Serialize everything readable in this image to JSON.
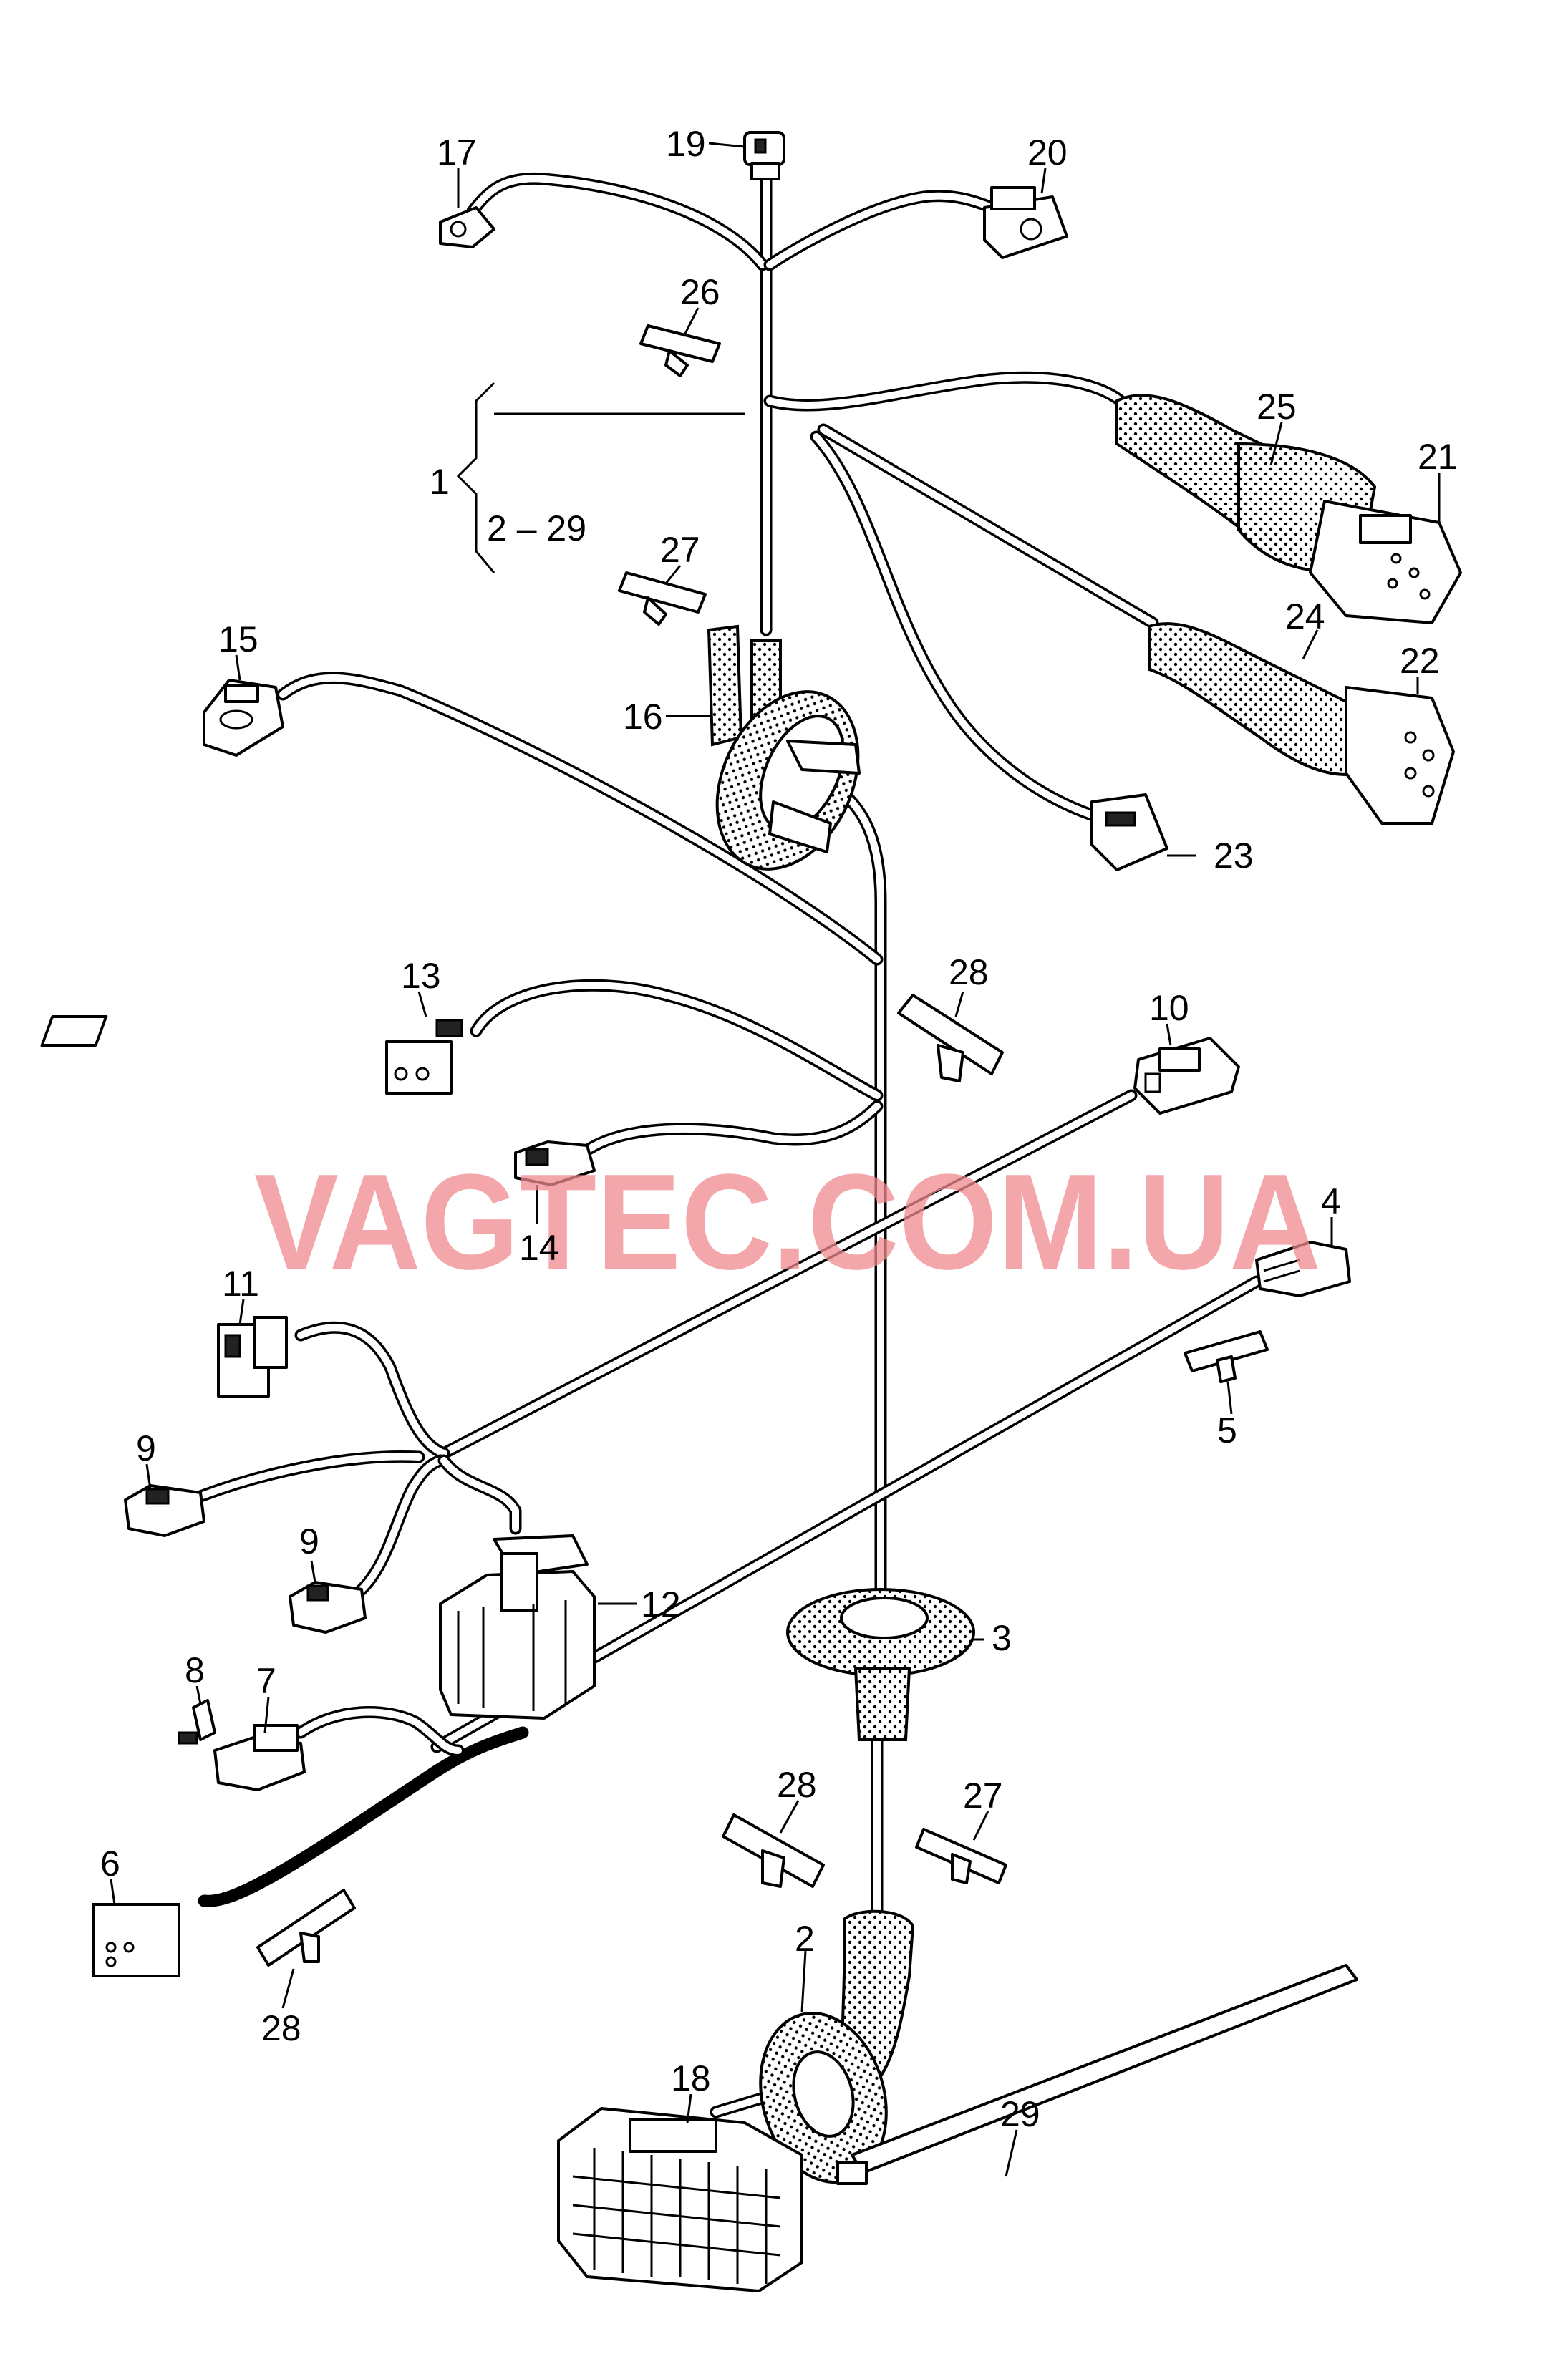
{
  "watermark": "VAGTEC.COM.UA",
  "group_labels": {
    "main": "1",
    "range": "2 – 29"
  },
  "callouts": [
    {
      "id": "c2",
      "text": "2"
    },
    {
      "id": "c3",
      "text": "3"
    },
    {
      "id": "c4",
      "text": "4"
    },
    {
      "id": "c5",
      "text": "5"
    },
    {
      "id": "c6",
      "text": "6"
    },
    {
      "id": "c7",
      "text": "7"
    },
    {
      "id": "c8",
      "text": "8"
    },
    {
      "id": "c9a",
      "text": "9"
    },
    {
      "id": "c9b",
      "text": "9"
    },
    {
      "id": "c10",
      "text": "10"
    },
    {
      "id": "c11",
      "text": "11"
    },
    {
      "id": "c12",
      "text": "12"
    },
    {
      "id": "c13",
      "text": "13"
    },
    {
      "id": "c14",
      "text": "14"
    },
    {
      "id": "c15",
      "text": "15"
    },
    {
      "id": "c16",
      "text": "16"
    },
    {
      "id": "c17",
      "text": "17"
    },
    {
      "id": "c18",
      "text": "18"
    },
    {
      "id": "c19",
      "text": "19"
    },
    {
      "id": "c20",
      "text": "20"
    },
    {
      "id": "c21",
      "text": "21"
    },
    {
      "id": "c22",
      "text": "22"
    },
    {
      "id": "c23",
      "text": "23"
    },
    {
      "id": "c24",
      "text": "24"
    },
    {
      "id": "c25",
      "text": "25"
    },
    {
      "id": "c26",
      "text": "26"
    },
    {
      "id": "c27a",
      "text": "27"
    },
    {
      "id": "c27b",
      "text": "27"
    },
    {
      "id": "c28a",
      "text": "28"
    },
    {
      "id": "c28b",
      "text": "28"
    },
    {
      "id": "c28c",
      "text": "28"
    },
    {
      "id": "c29",
      "text": "29"
    }
  ]
}
